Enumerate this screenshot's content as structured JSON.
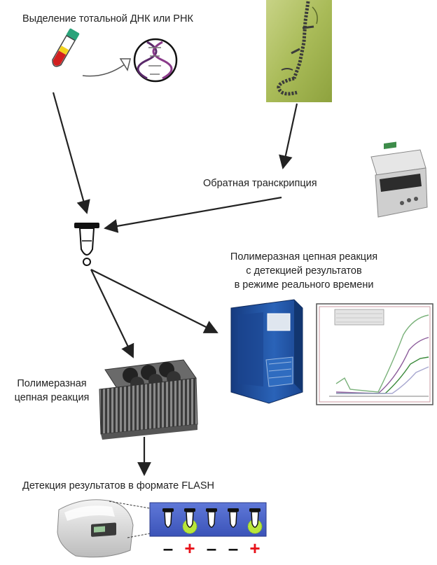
{
  "labels": {
    "extraction": "Выделение тотальной ДНК или РНК",
    "reverse_transcription": "Обратная транскрипция",
    "realtime_pcr_line1": "Полимеразная цепная реакция",
    "realtime_pcr_line2": "с детекцией результатов",
    "realtime_pcr_line3": "в режиме реального времени",
    "pcr_line1": "Полимеразная",
    "pcr_line2": "цепная реакция",
    "flash_detection": "Детекция результатов в формате FLASH"
  },
  "flash_results": [
    "–",
    "+",
    "–",
    "–",
    "+"
  ],
  "colors": {
    "arrow": "#222222",
    "positive": "#e8121a",
    "negative": "#111111",
    "panel_blue": "#4a63c8",
    "cycler_blue": "#1d4fa3",
    "tube_red": "#d21f1f",
    "tube_yellow": "#f2d21c",
    "tube_cap": "#2aa37a"
  }
}
